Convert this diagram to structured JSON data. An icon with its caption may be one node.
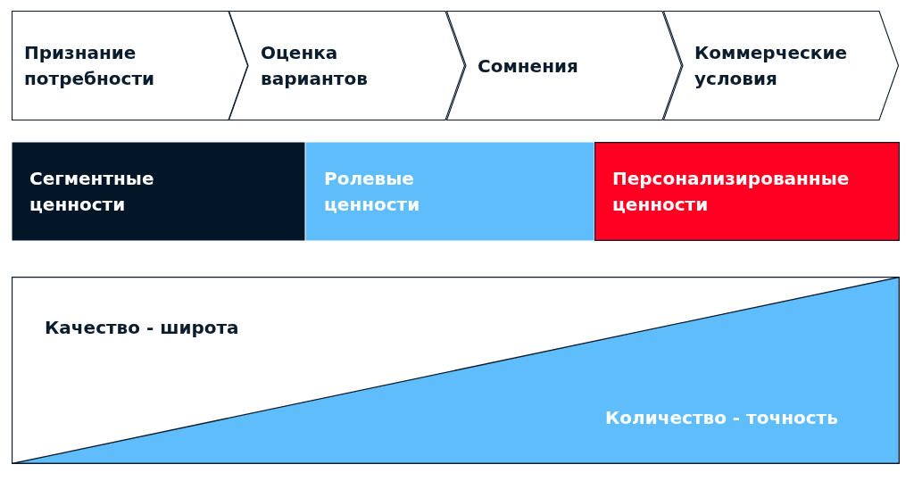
{
  "diagram": {
    "nodes": [
      {
        "text": [
          "Признание потребности"
        ]
      },
      {
        "text": [
          "Оценка вариантов"
        ]
      },
      {
        "text": [
          "Сомнения"
        ]
      },
      {
        "text": [
          "Коммерческие условия"
        ]
      },
      {
        "text": [
          "Сегментные ценности"
        ]
      },
      {
        "text": [
          "Ролевые ценности"
        ]
      },
      {
        "text": [
          "Персонализированные ценности"
        ]
      },
      {
        "text": [
          "Качество - широта",
          "Количество - точность"
        ]
      }
    ]
  }
}
